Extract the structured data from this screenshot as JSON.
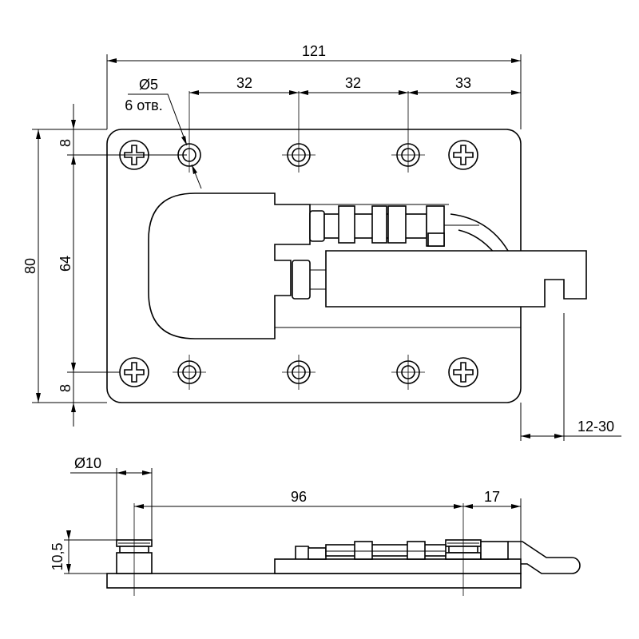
{
  "dimensions": {
    "overall_width": "121",
    "hole_spacing_1": "32",
    "hole_spacing_2": "32",
    "hole_spacing_3": "33",
    "hole_diameter": "Ø5",
    "hole_count": "6 отв.",
    "overall_height": "80",
    "hole_row_spacing": "64",
    "edge_offset_top": "8",
    "edge_offset_bottom": "8",
    "stroke_range": "12-30",
    "stud_diameter": "Ø10",
    "stud_spacing": "96",
    "stud_to_end": "17",
    "stud_height": "10,5"
  }
}
